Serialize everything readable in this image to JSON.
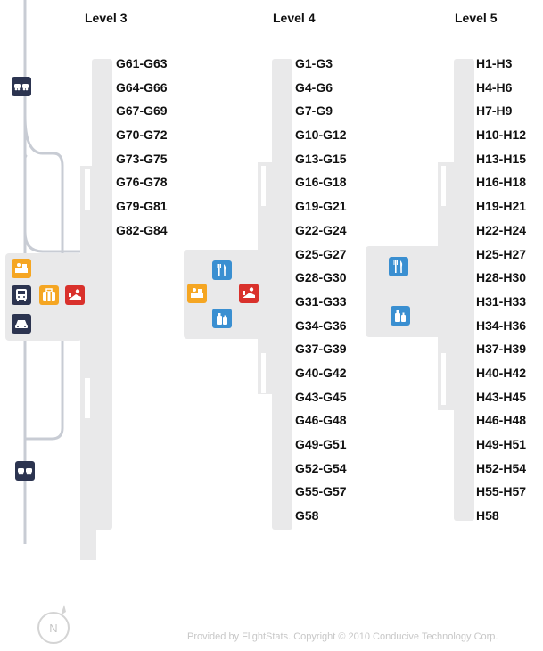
{
  "levels": [
    {
      "title": "Level 3",
      "gates": [
        "G61-G63",
        "G64-G66",
        "G67-G69",
        "G70-G72",
        "G73-G75",
        "G76-G78",
        "G79-G81",
        "G82-G84"
      ]
    },
    {
      "title": "Level 4",
      "gates": [
        "G1-G3",
        "G4-G6",
        "G7-G9",
        "G10-G12",
        "G13-G15",
        "G16-G18",
        "G19-G21",
        "G22-G24",
        "G25-G27",
        "G28-G30",
        "G31-G33",
        "G34-G36",
        "G37-G39",
        "G40-G42",
        "G43-G45",
        "G46-G48",
        "G49-G51",
        "G52-G54",
        "G55-G57",
        "G58"
      ]
    },
    {
      "title": "Level 5",
      "gates": [
        "H1-H3",
        "H4-H6",
        "H7-H9",
        "H10-H12",
        "H13-H15",
        "H16-H18",
        "H19-H21",
        "H22-H24",
        "H25-H27",
        "H28-H30",
        "H31-H33",
        "H34-H36",
        "H37-H39",
        "H40-H42",
        "H43-H45",
        "H46-H48",
        "H49-H51",
        "H52-H54",
        "H55-H57",
        "H58"
      ]
    }
  ],
  "icons": {
    "shuttle": "shuttle-icon",
    "checkin": "check-in-icon",
    "bus": "bus-icon",
    "baggage": "baggage-icon",
    "security": "security-icon",
    "taxi": "taxi-icon",
    "dining": "dining-icon",
    "shopping": "duty-free-icon"
  },
  "colors": {
    "terminal": "#e9e9ea",
    "roads": "#c8ccd4",
    "checkin": "#f5a623",
    "transport": "#2c3450",
    "security": "#d9312c",
    "dining": "#3a8fd1"
  },
  "compass_label": "N",
  "footer": "Provided by FlightStats. Copyright © 2010 Conducive Technology Corp."
}
